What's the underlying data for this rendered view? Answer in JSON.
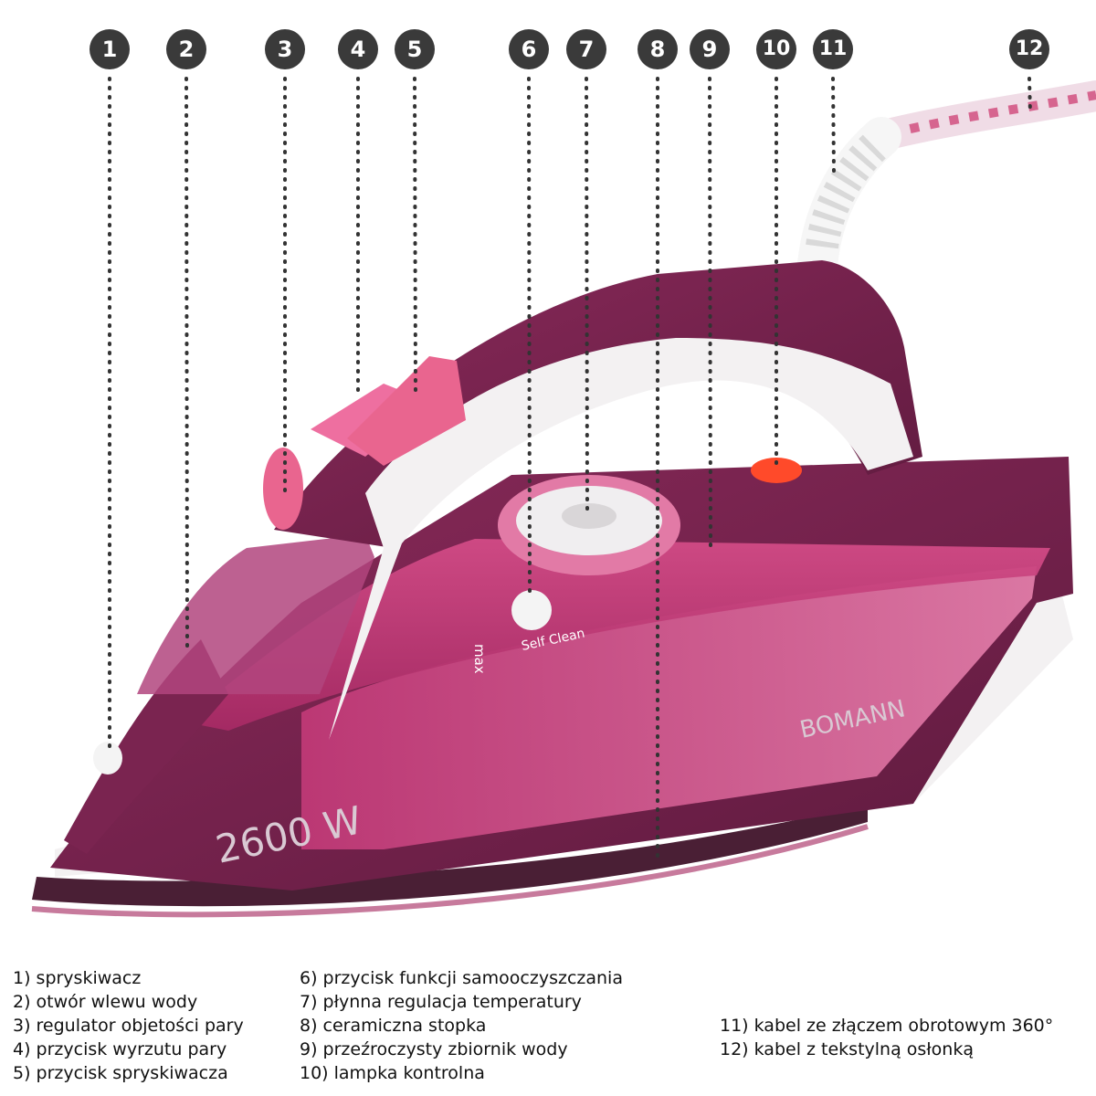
{
  "markers": [
    "1",
    "2",
    "3",
    "4",
    "5",
    "6",
    "7",
    "8",
    "9",
    "10",
    "11",
    "12"
  ],
  "iron": {
    "power_text": "2600 W",
    "brand_text": "BOMANN",
    "max_text": "max",
    "self_clean_text": "Self Clean"
  },
  "colors": {
    "marker_bg": "#3a3a3a",
    "body_dark": "#6b1f47",
    "body_mid": "#9c2d68",
    "body_light": "#d96a9c",
    "accent_pink": "#ee6fa0",
    "white_trim": "#f4f2f3",
    "lamp_red": "#ff4a2a"
  },
  "legend": {
    "col1": [
      "1) spryskiwacz",
      "2) otwór wlewu wody",
      "3) regulator objetości pary",
      "4) przycisk wyrzutu pary",
      "5) przycisk spryskiwacza"
    ],
    "col2": [
      "6) przycisk funkcji samooczyszczania",
      "7) płynna regulacja temperatury",
      "8) ceramiczna stopka",
      "9) przeźroczysty zbiornik wody",
      "10) lampka kontrolna"
    ],
    "col3": [
      "11) kabel ze złączem obrotowym 360°",
      "12) kabel z tekstylną  osłonką"
    ]
  }
}
